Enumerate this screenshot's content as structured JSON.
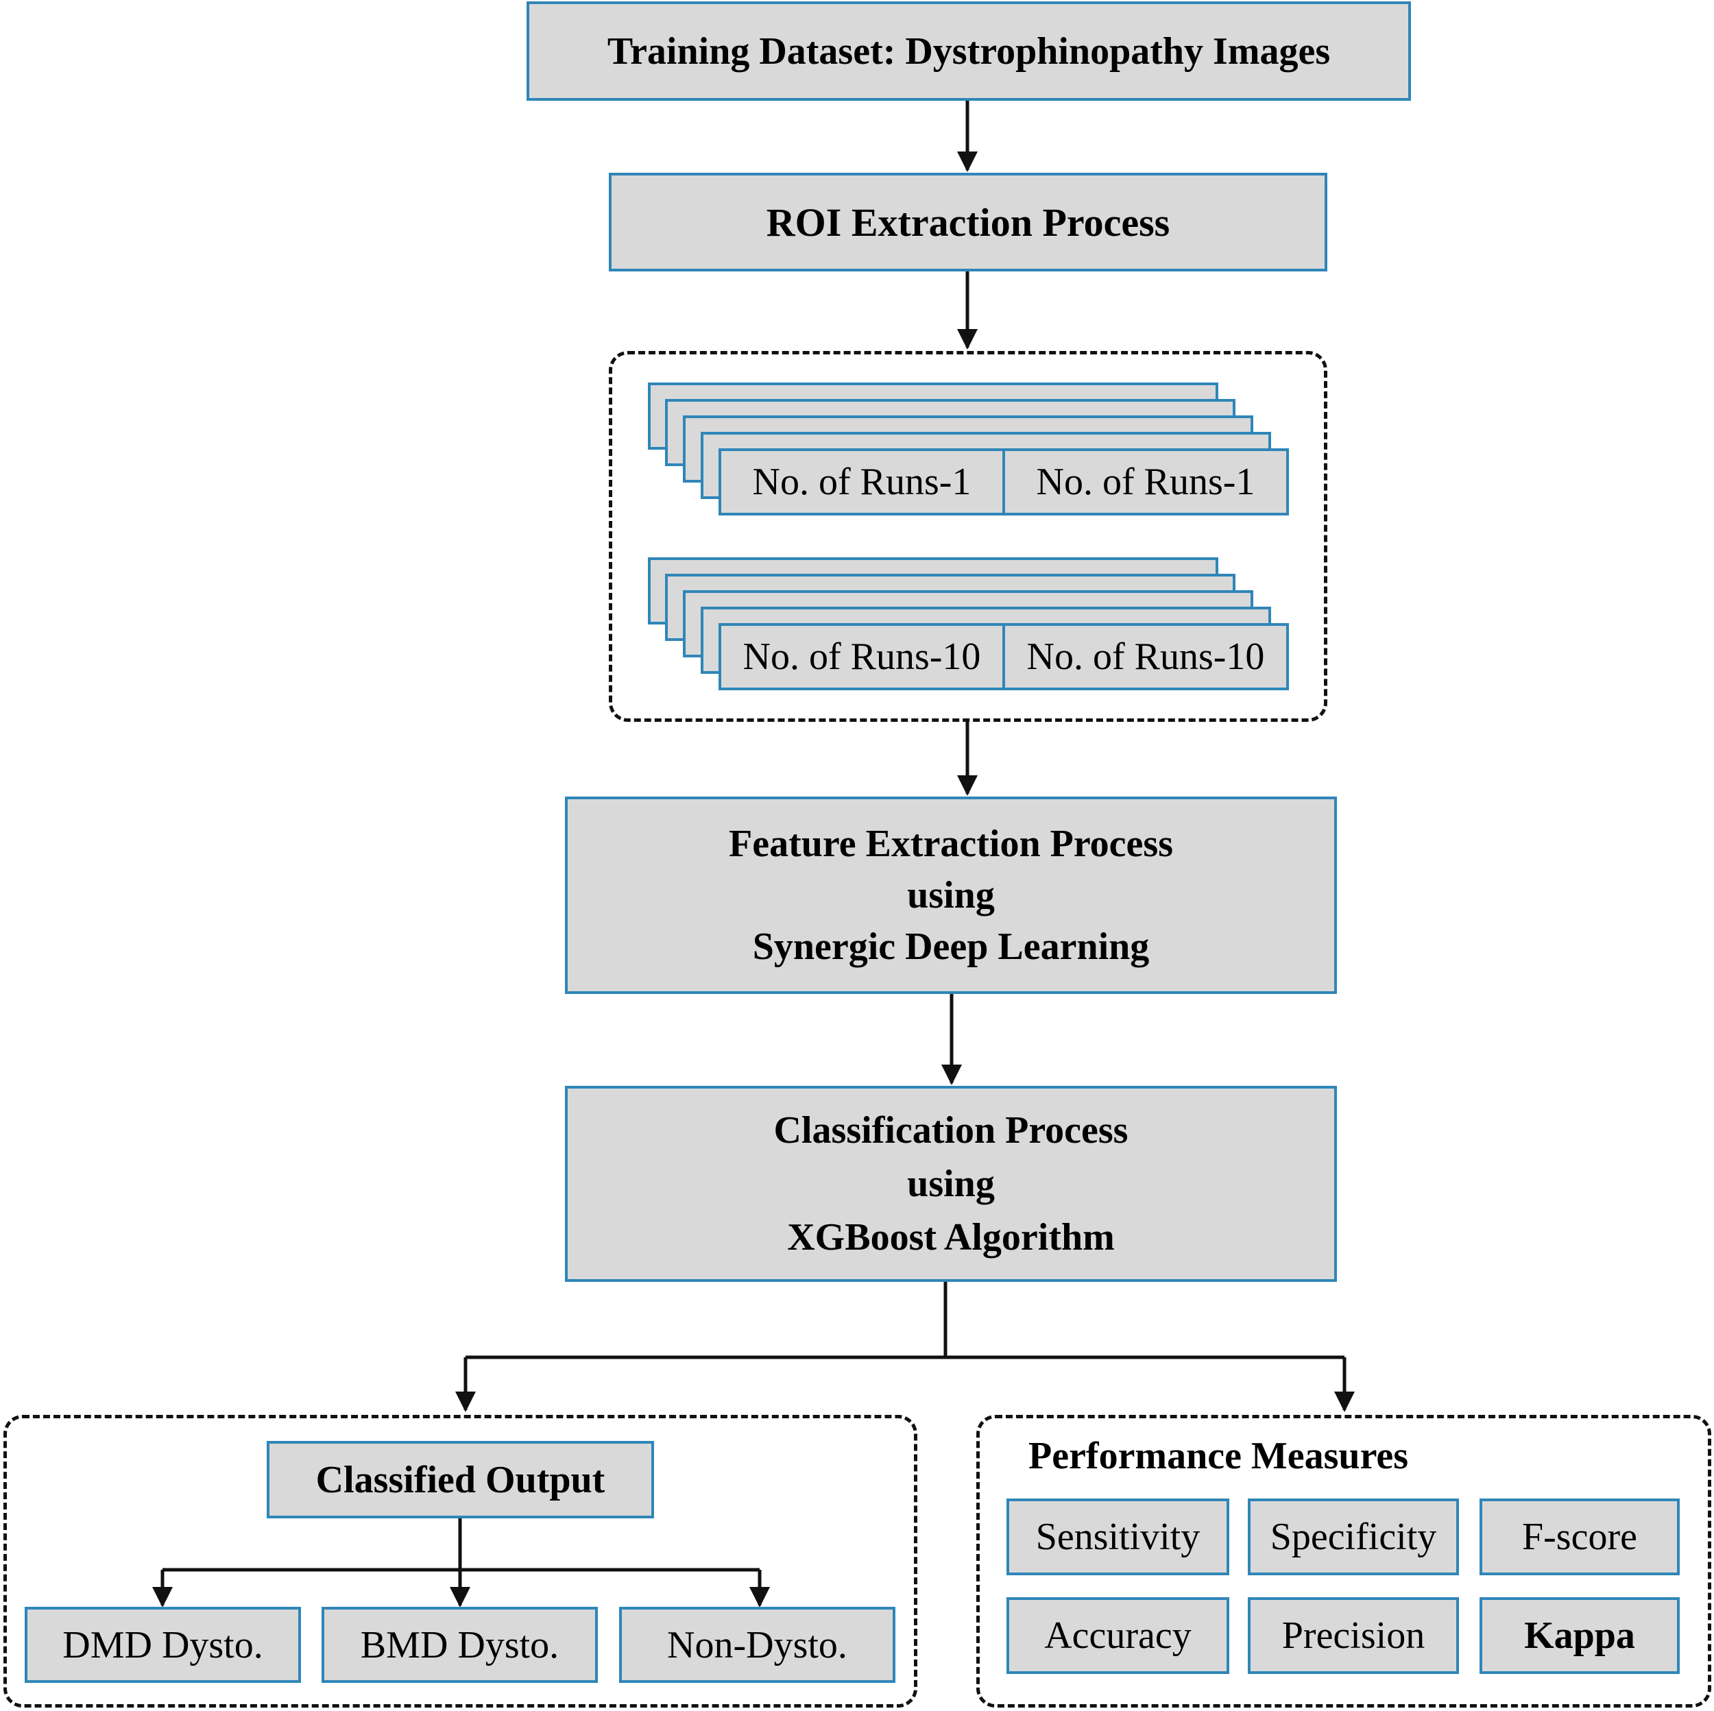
{
  "nodes": {
    "training_dataset": "Training Dataset: Dystrophinopathy Images",
    "roi_extraction": "ROI Extraction Process",
    "feature_extraction": [
      "Feature Extraction Process",
      "using",
      "Synergic Deep Learning"
    ],
    "classification": [
      "Classification Process",
      "using",
      "XGBoost Algorithm"
    ]
  },
  "runs_group": {
    "stack_1": {
      "left": "No. of Runs-1",
      "right": "No. of Runs-1"
    },
    "stack_10": {
      "left": "No. of Runs-10",
      "right": "No. of Runs-10"
    }
  },
  "classified_output": {
    "title": "Classified Output",
    "classes": [
      "DMD Dysto.",
      "BMD Dysto.",
      "Non-Dysto."
    ]
  },
  "performance_measures": {
    "title": "Performance Measures",
    "metrics": [
      "Sensitivity",
      "Specificity",
      "F-score",
      "Accuracy",
      "Precision",
      "Kappa"
    ]
  },
  "colors": {
    "box_fill": "#d9d9d9",
    "box_border": "#2f86b8",
    "line": "#111111"
  }
}
